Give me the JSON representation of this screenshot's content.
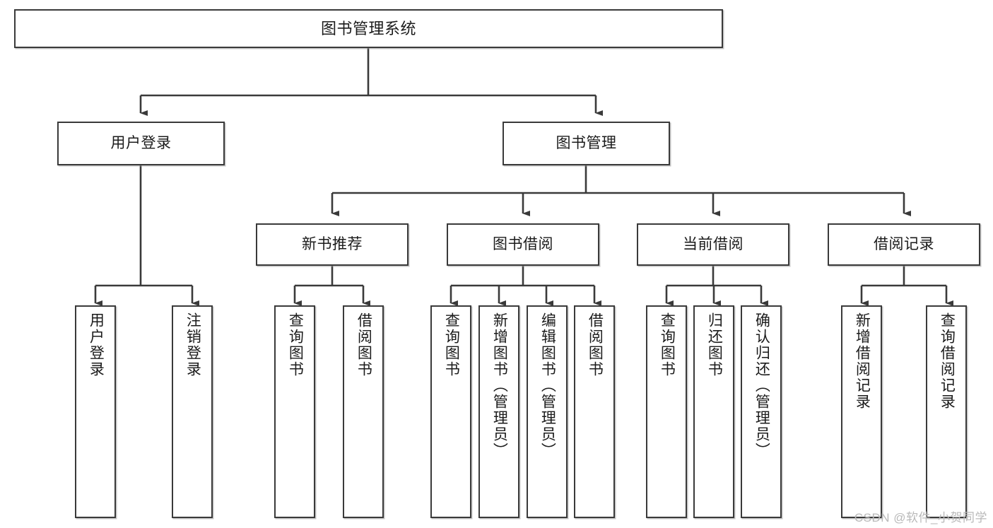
{
  "diagram": {
    "title": "图书管理系统",
    "type": "tree-hierarchy-chart",
    "watermark": "CSDN @软件_小贺同学",
    "colors": {
      "stroke": "#3a3a3a",
      "fill": "#ffffff",
      "text": "#1b1b1b",
      "watermark": "#b9b9b9"
    },
    "levels": {
      "root": {
        "label": "图书管理系统"
      },
      "level2": [
        {
          "label": "用户登录"
        },
        {
          "label": "图书管理"
        }
      ],
      "level3": [
        {
          "label": "新书推荐"
        },
        {
          "label": "图书借阅"
        },
        {
          "label": "当前借阅"
        },
        {
          "label": "借阅记录"
        }
      ],
      "leaves": {
        "user_login": [
          {
            "label": "用户登录"
          },
          {
            "label": "注销登录"
          }
        ],
        "new_book_recommend": [
          {
            "label": "查询图书"
          },
          {
            "label": "借阅图书"
          }
        ],
        "book_borrow": [
          {
            "label": "查询图书"
          },
          {
            "label": "新增图书（管理员）"
          },
          {
            "label": "编辑图书（管理员）"
          },
          {
            "label": "借阅图书"
          }
        ],
        "current_borrow": [
          {
            "label": "查询图书"
          },
          {
            "label": "归还图书"
          },
          {
            "label": "确认归还（管理员）"
          }
        ],
        "borrow_record": [
          {
            "label": "新增借阅记录"
          },
          {
            "label": "查询借阅记录"
          }
        ]
      }
    }
  }
}
